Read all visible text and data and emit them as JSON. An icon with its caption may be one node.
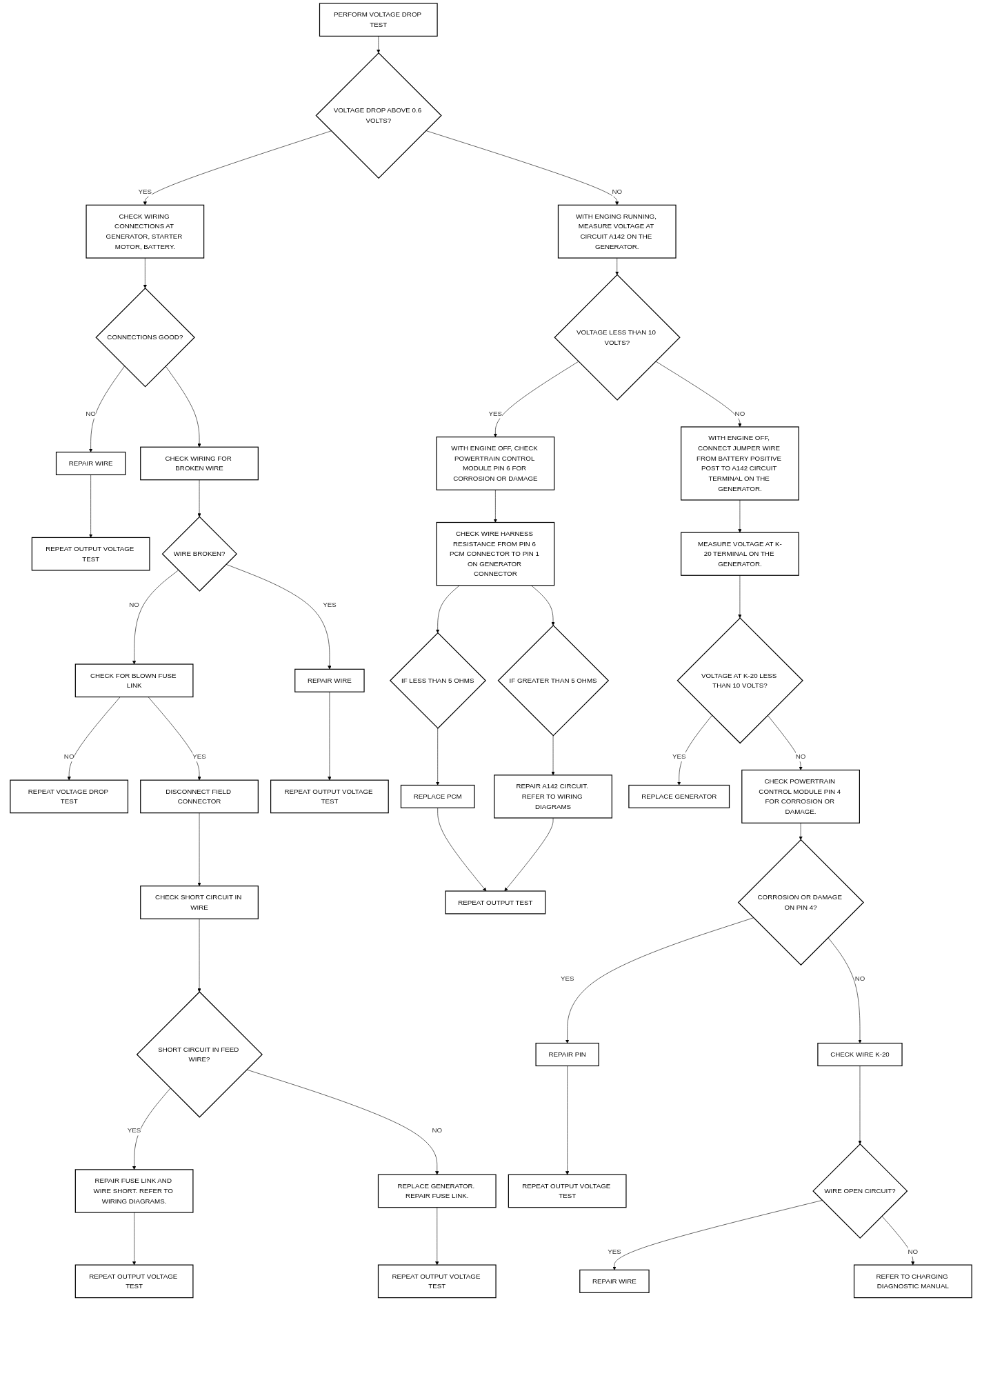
{
  "diagram": {
    "nodes": [
      {
        "text": [
          "PERFORM VOLTAGE DROP TEST"
        ]
      },
      {
        "text": [
          "VOLTAGE DROP ABOVE 0.6 VOLTS?"
        ]
      },
      {
        "text": [
          "CHECK WIRING CONNECTIONS AT GENERATOR, STARTER MOTOR, BATTERY."
        ]
      },
      {
        "text": [
          "WITH ENGING RUNNING, MEASURE VOLTAGE AT CIRCUIT A142 ON THE GENERATOR."
        ]
      },
      {
        "text": [
          "CONNECTIONS GOOD?"
        ]
      },
      {
        "text": [
          "REPAIR WIRE"
        ]
      },
      {
        "text": [
          "WITH ENGINE OFF, CHECK POWERTRAIN CONTROL MODULE PIN 6 FOR CORROSION OR DAMAGE"
        ]
      },
      {
        "text": [
          "VOLTAGE LESS THAN 10 VOLTS?"
        ]
      },
      {
        "text": [
          "REPEAT OUTPUT VOLTAGE TEST"
        ]
      },
      {
        "text": [
          "CHECK WIRING FOR BROKEN WIRE"
        ]
      },
      {
        "text": [
          "CHECK WIRE HARNESS RESISTANCE FROM PIN 6 PCM CONNECTOR TO PIN 1 ON GENERATOR CONNECTOR"
        ]
      },
      {
        "text": [
          "WITH ENGINE OFF, CONNECT JUMPER WIRE FROM BATTERY POSITIVE POST TO A142 CIRCUIT TERMINAL ON THE GENERATOR."
        ]
      },
      {
        "text": [
          "REPEAT VOLTAGE DROP TEST"
        ]
      },
      {
        "text": [
          "WIRE BROKEN?"
        ]
      },
      {
        "text": [
          "CHECK FOR BLOWN FUSE LINK"
        ]
      },
      {
        "text": [
          "IF LESS THAN 5 OHMS"
        ]
      },
      {
        "text": [
          "IF GREATER THAN 5 OHMS"
        ]
      },
      {
        "text": [
          "MEASURE VOLTAGE AT K-20 TERMINAL ON THE GENERATOR."
        ]
      },
      {
        "text": [
          "REPAIR WIRE"
        ]
      },
      {
        "text": [
          "DISCONNECT FIELD CONNECTOR"
        ]
      },
      {
        "text": [
          "REPLACE PCM"
        ]
      },
      {
        "text": [
          "REPLACE GENERATOR"
        ]
      },
      {
        "text": [
          "VOLTAGE AT K-20 LESS THAN 10 VOLTS?"
        ]
      },
      {
        "text": [
          "REPEAT OUTPUT VOLTAGE TEST"
        ]
      },
      {
        "text": [
          "CHECK SHORT CIRCUIT IN WIRE"
        ]
      },
      {
        "text": [
          "REPAIR A142 CIRCUIT. REFER TO WIRING DIAGRAMS"
        ]
      },
      {
        "text": [
          "CHECK POWERTRAIN CONTROL MODULE PIN 4 FOR CORROSION OR DAMAGE."
        ]
      },
      {
        "text": [
          "REPAIR FUSE LINK AND WIRE SHORT. REFER TO WIRING DIAGRAMS."
        ]
      },
      {
        "text": [
          "SHORT CIRCUIT IN FEED WIRE?"
        ]
      },
      {
        "text": [
          "REPEAT OUTPUT TEST"
        ]
      },
      {
        "text": [
          "REPLACE GENERATOR. REPAIR FUSE LINK."
        ]
      },
      {
        "text": [
          "REPEAT OUTPUT VOLTAGE TEST"
        ]
      },
      {
        "text": [
          "CORROSION OR DAMAGE ON PIN 4?"
        ]
      },
      {
        "text": [
          "REPAIR PIN"
        ]
      },
      {
        "text": [
          "REPEAT OUTPUT VOLTAGE TEST"
        ]
      },
      {
        "text": [
          "CHECK WIRE K-20"
        ]
      },
      {
        "text": [
          "REPEAT OUTPUT VOLTAGE TEST"
        ]
      },
      {
        "text": [
          "REPAIR WIRE"
        ]
      },
      {
        "text": [
          "WIRE OPEN CIRCUIT?"
        ]
      },
      {
        "text": [
          "REFER TO CHARGING DIAGNOSTIC MANUAL"
        ]
      }
    ],
    "edges": [
      {
        "from": 0,
        "to": 1,
        "arrow": "to"
      },
      {
        "from": 1,
        "to": 2,
        "arrow": "to",
        "label": "YES"
      },
      {
        "from": 1,
        "to": 3,
        "arrow": "to",
        "label": "NO"
      },
      {
        "from": 2,
        "to": 4,
        "arrow": "to"
      },
      {
        "from": 4,
        "to": 5,
        "arrow": "to",
        "label": "NO"
      },
      {
        "from": 5,
        "to": 8,
        "arrow": "to"
      },
      {
        "from": 4,
        "to": 9,
        "arrow": "to"
      },
      {
        "from": 3,
        "to": 7,
        "arrow": "to"
      },
      {
        "from": 7,
        "to": 6,
        "arrow": "to",
        "label": "YES"
      },
      {
        "from": 7,
        "to": 11,
        "arrow": "to",
        "label": "NO"
      },
      {
        "from": 6,
        "to": 10,
        "arrow": "to"
      },
      {
        "from": 9,
        "to": 13,
        "arrow": "to"
      },
      {
        "from": 13,
        "to": 14,
        "arrow": "to",
        "label": "NO"
      },
      {
        "from": 14,
        "to": 12,
        "arrow": "to",
        "label": "NO"
      },
      {
        "from": 14,
        "to": 19,
        "arrow": "to",
        "label": "YES"
      },
      {
        "from": 13,
        "to": 18,
        "arrow": "to",
        "label": "YES"
      },
      {
        "from": 18,
        "to": 23,
        "arrow": "to"
      },
      {
        "from": 10,
        "to": 15,
        "arrow": "to"
      },
      {
        "from": 10,
        "to": 16,
        "arrow": "to"
      },
      {
        "from": 15,
        "to": 20,
        "arrow": "to"
      },
      {
        "from": 16,
        "to": 25,
        "arrow": "to"
      },
      {
        "from": 20,
        "to": 29,
        "arrow": "to"
      },
      {
        "from": 25,
        "to": 29,
        "arrow": "to"
      },
      {
        "from": 11,
        "to": 17,
        "arrow": "to"
      },
      {
        "from": 17,
        "to": 22,
        "arrow": "to"
      },
      {
        "from": 22,
        "to": 21,
        "arrow": "to",
        "label": "YES"
      },
      {
        "from": 22,
        "to": 26,
        "arrow": "to",
        "label": "NO"
      },
      {
        "from": 19,
        "to": 24,
        "arrow": "to"
      },
      {
        "from": 24,
        "to": 28,
        "arrow": "to"
      },
      {
        "from": 28,
        "to": 27,
        "arrow": "to",
        "label": "YES"
      },
      {
        "from": 28,
        "to": 30,
        "arrow": "to",
        "label": "NO"
      },
      {
        "from": 27,
        "to": 31,
        "arrow": "to"
      },
      {
        "from": 30,
        "to": 34,
        "arrow": "to"
      },
      {
        "from": 26,
        "to": 32,
        "arrow": "to"
      },
      {
        "from": 32,
        "to": 33,
        "arrow": "to",
        "label": "YES"
      },
      {
        "from": 32,
        "to": 35,
        "arrow": "to",
        "label": "NO"
      },
      {
        "from": 33,
        "to": 36,
        "arrow": "to"
      },
      {
        "from": 35,
        "to": 38,
        "arrow": "to"
      },
      {
        "from": 38,
        "to": 37,
        "arrow": "to",
        "label": "YES"
      },
      {
        "from": 38,
        "to": 39,
        "arrow": "to",
        "label": "NO"
      }
    ]
  }
}
